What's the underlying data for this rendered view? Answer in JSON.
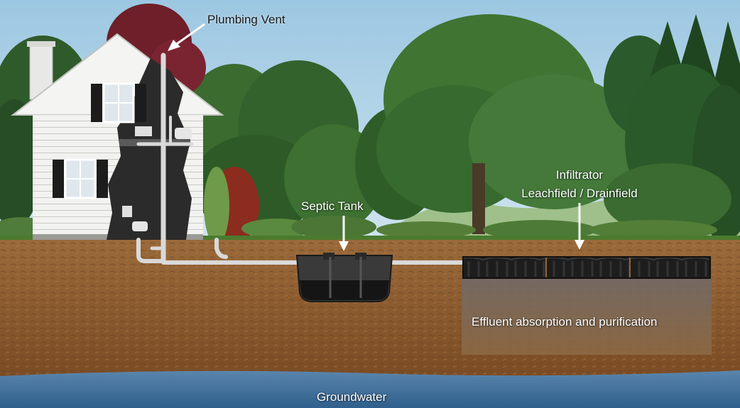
{
  "labels": {
    "plumbing_vent": "Plumbing Vent",
    "septic_tank": "Septic Tank",
    "leachfield_line1": "Infiltrator",
    "leachfield_line2": "Leachfield / Drainfield",
    "effluent": "Effluent absorption and purification",
    "groundwater": "Groundwater"
  },
  "colors": {
    "sky": "#a9cde4",
    "soil": "#8a5a2f",
    "grass": "#4c7a2e",
    "groundwater": "#3f6f9a",
    "tank": "#2e2e2e",
    "pipe": "#d8d8d8",
    "house": "#f0f0ee"
  }
}
